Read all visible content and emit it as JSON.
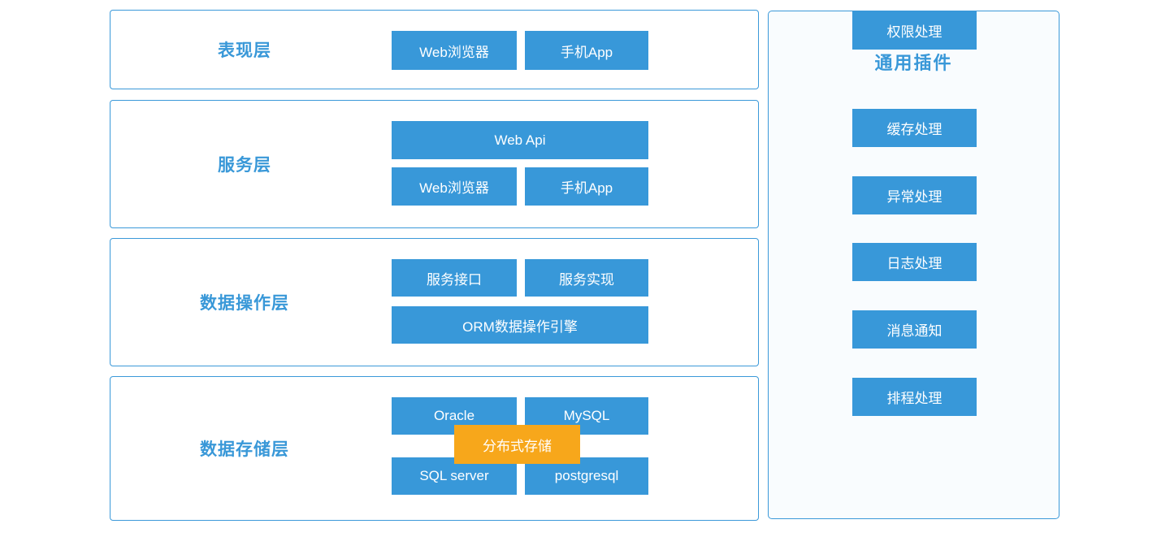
{
  "diagram": {
    "layers": [
      {
        "label": "表现层",
        "buttons": [
          "Web浏览器",
          "手机App"
        ]
      },
      {
        "label": "服务层",
        "buttons": [
          "Web Api",
          "Web浏览器",
          "手机App"
        ]
      },
      {
        "label": "数据操作层",
        "buttons": [
          "服务接口",
          "服务实现",
          "ORM数据操作引擎"
        ]
      },
      {
        "label": "数据存储层",
        "buttons": [
          "Oracle",
          "MySQL",
          "SQL server",
          "postgresql"
        ],
        "overlay": "分布式存储"
      }
    ],
    "plugins": {
      "title": "通用插件",
      "items": [
        "权限处理",
        "缓存处理",
        "异常处理",
        "日志处理",
        "消息通知",
        "排程处理"
      ]
    },
    "colors": {
      "primary_blue": "#3898d9",
      "border_blue": "#3b99d9",
      "label_blue": "#3998d8",
      "accent_orange": "#f7a71b",
      "panel_background": "#f9fcfe",
      "text_on_blue": "#ffffff"
    }
  }
}
